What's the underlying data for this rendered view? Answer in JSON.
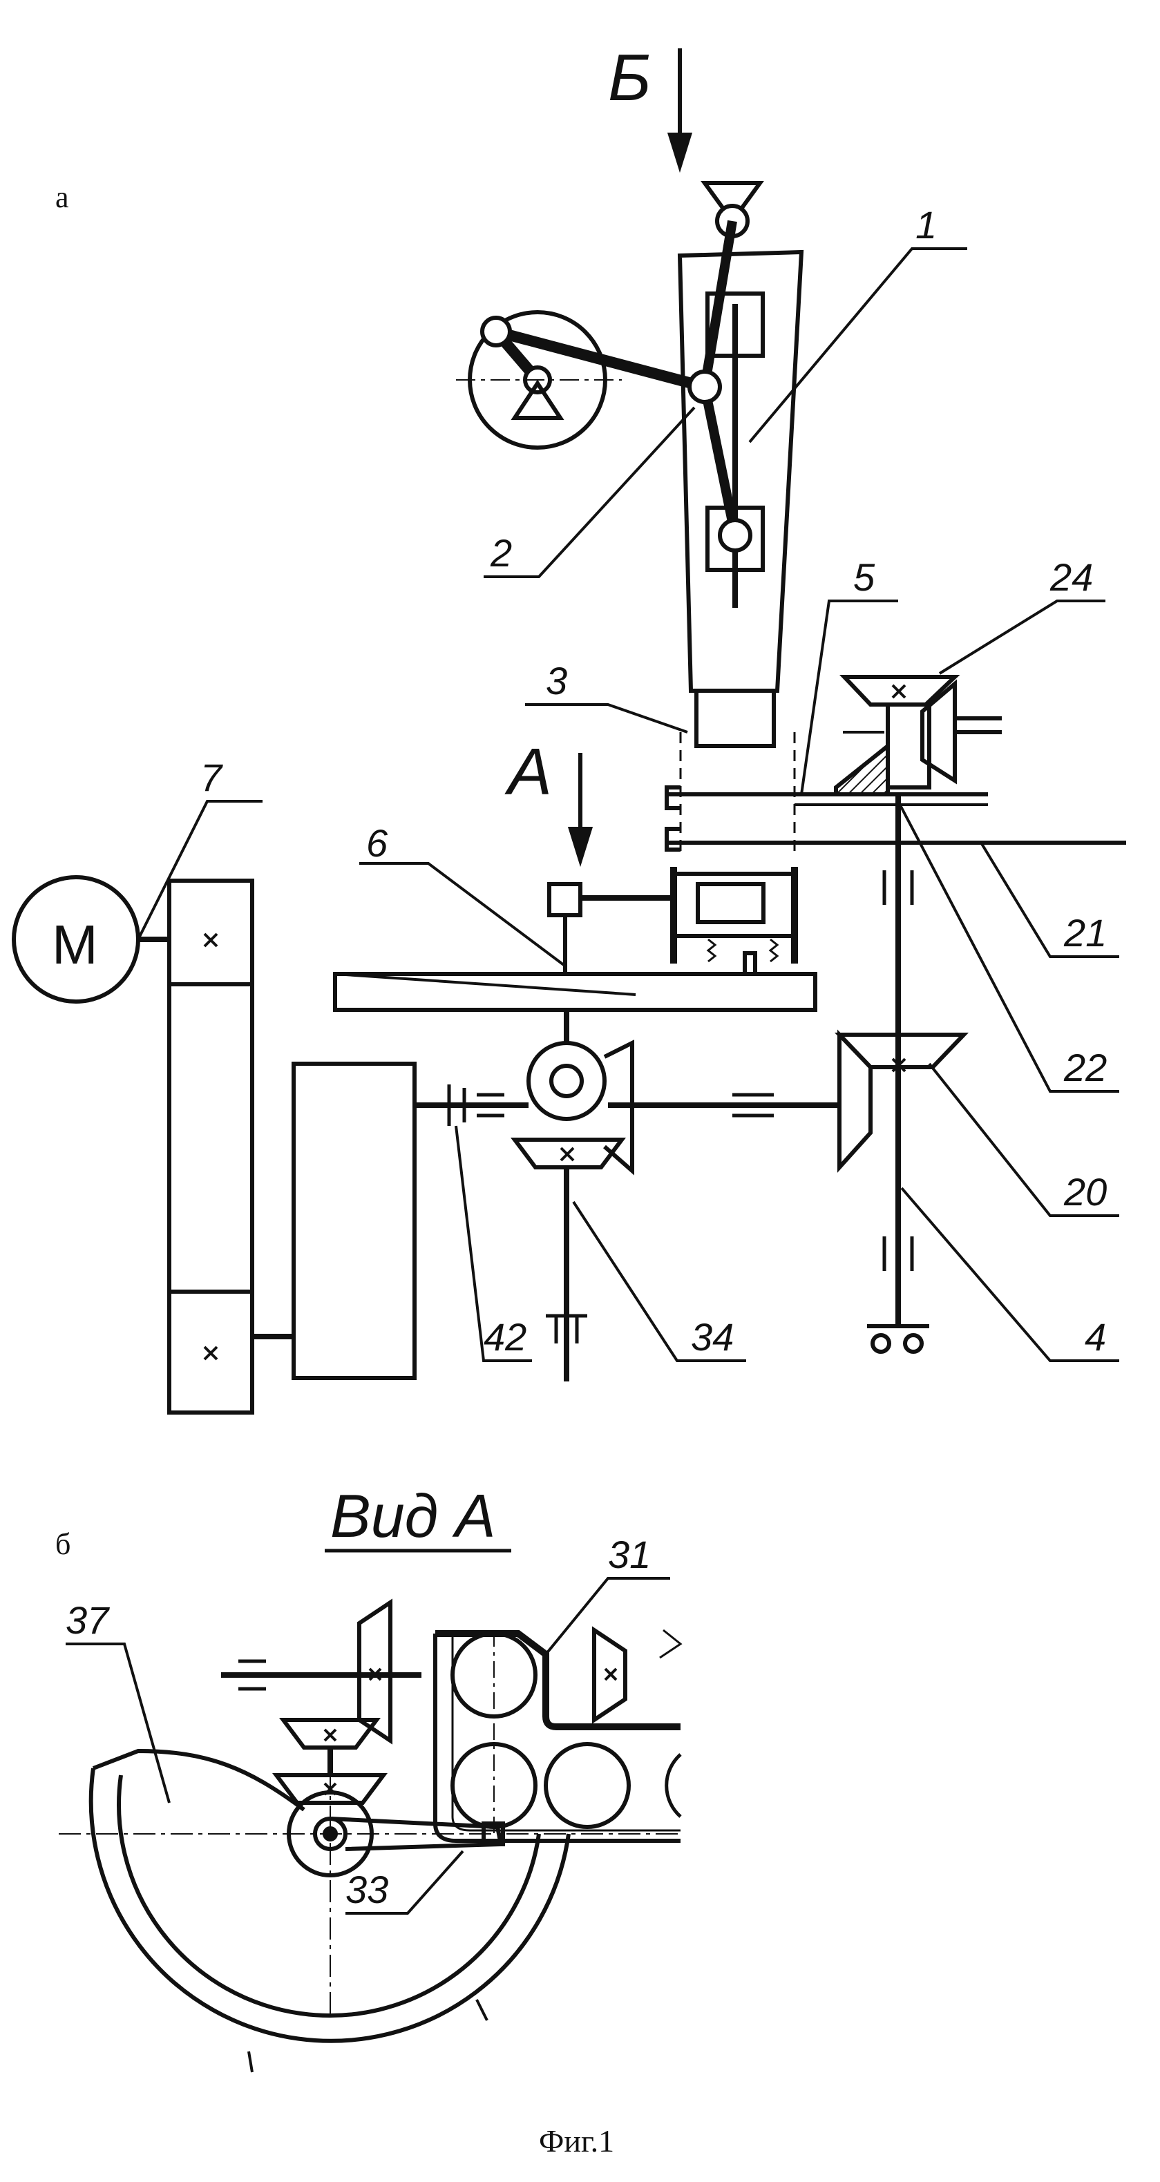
{
  "figure": {
    "caption": "Фиг.1",
    "panel_a_label": "а",
    "panel_b_label": "б",
    "view_a_title": "Вид А",
    "arrow_b_label": "Б",
    "arrow_a_label": "А",
    "motor_label": "М"
  },
  "callouts_a": [
    "1",
    "2",
    "24",
    "5",
    "3",
    "7",
    "6",
    "21",
    "22",
    "20",
    "42",
    "34",
    "4"
  ],
  "callouts_b": [
    "31",
    "37",
    "33"
  ]
}
